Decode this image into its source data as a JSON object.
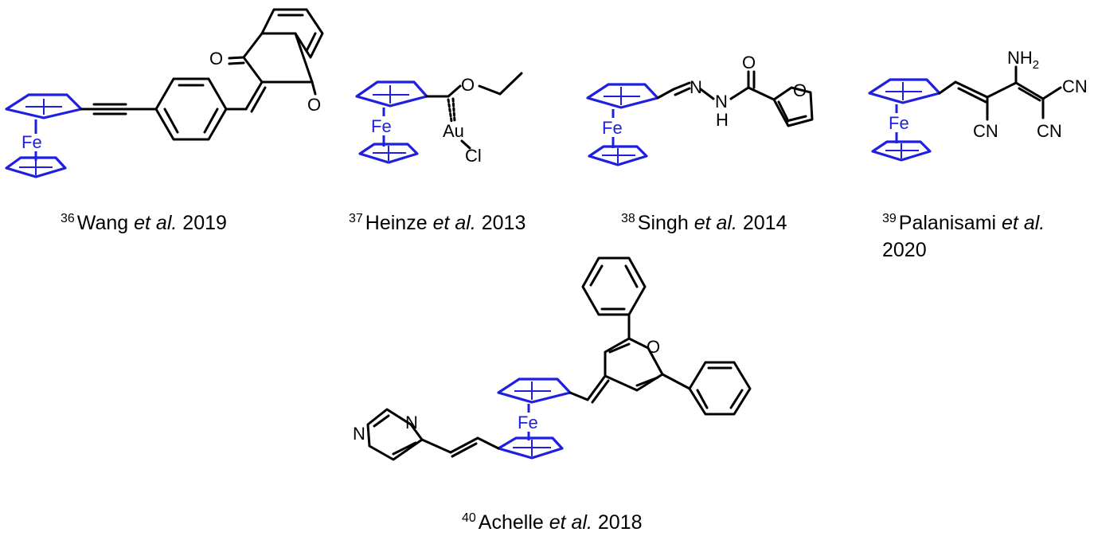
{
  "compounds": [
    {
      "ref": "36",
      "author": "Wang",
      "etal": "et al.",
      "year": "2019"
    },
    {
      "ref": "37",
      "author": "Heinze",
      "etal": "et al.",
      "year": "2013"
    },
    {
      "ref": "38",
      "author": "Singh",
      "etal": "et al.",
      "year": "2014"
    },
    {
      "ref": "39",
      "author": "Palanisami",
      "etal": "et al.",
      "year": "2020"
    },
    {
      "ref": "40",
      "author": "Achelle",
      "etal": "et al.",
      "year": "2018"
    }
  ],
  "atoms": {
    "fe": "Fe",
    "o": "O",
    "n": "N",
    "h": "H",
    "au": "Au",
    "cl": "Cl",
    "cn": "CN",
    "nh2": "NH",
    "sub2": "2"
  },
  "colors": {
    "ferrocene": "#1f1fe0",
    "bonds": "#000000"
  }
}
